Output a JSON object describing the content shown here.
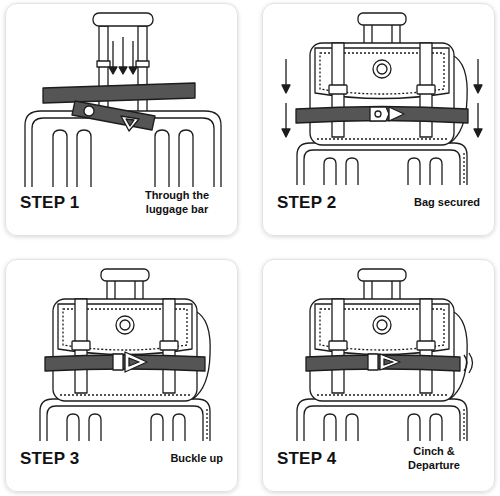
{
  "diagram": {
    "nodes": [
      {
        "text": [
          "STEP 1",
          "Through the luggage bar"
        ]
      },
      {
        "text": [
          "STEP 2",
          "Bag secured"
        ]
      },
      {
        "text": [
          "STEP 3",
          "Buckle up"
        ]
      },
      {
        "text": [
          "STEP 4",
          "Cinch & Departure"
        ]
      }
    ]
  }
}
